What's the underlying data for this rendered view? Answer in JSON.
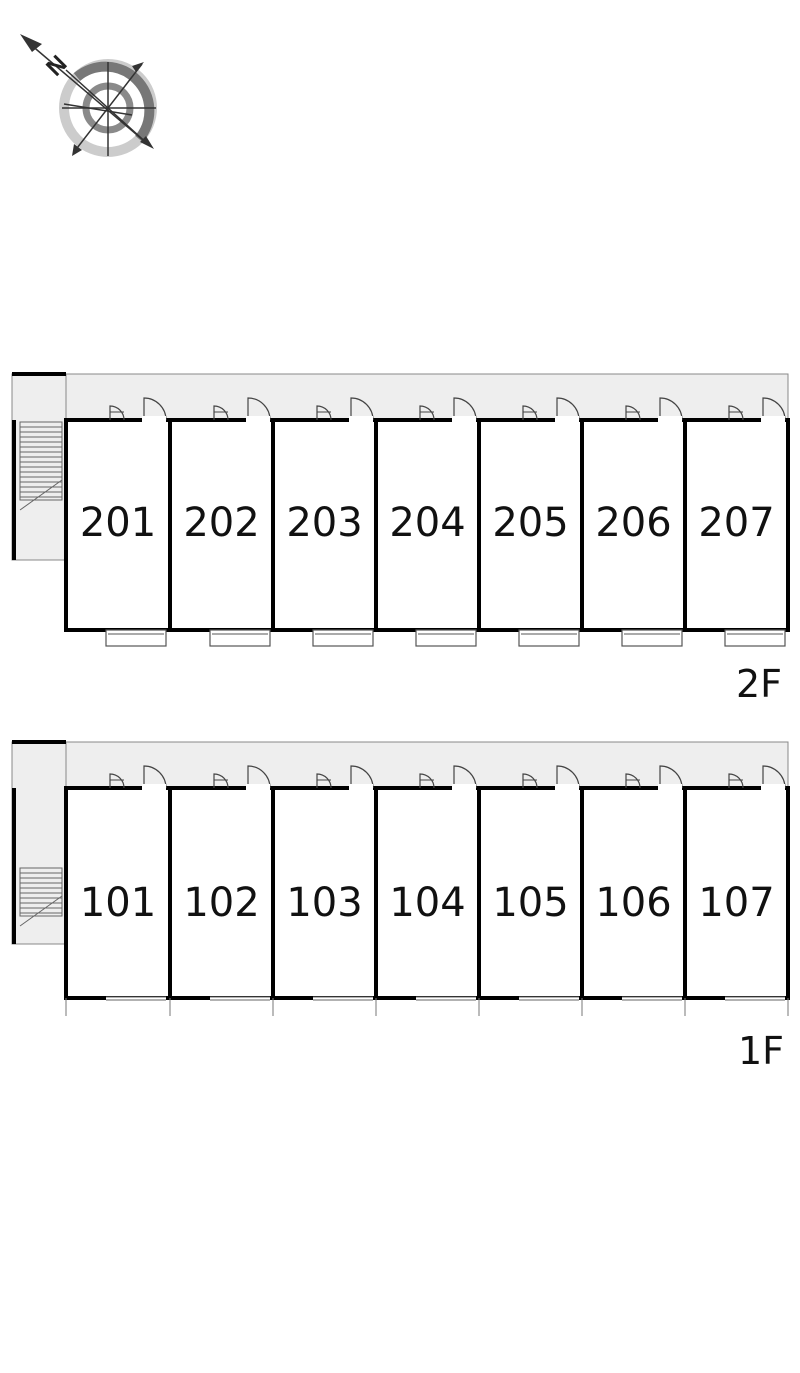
{
  "compass": {
    "north_label": "N"
  },
  "floors": [
    {
      "label": "2F",
      "units": [
        "201",
        "202",
        "203",
        "204",
        "205",
        "206",
        "207"
      ]
    },
    {
      "label": "1F",
      "units": [
        "101",
        "102",
        "103",
        "104",
        "105",
        "106",
        "107"
      ]
    }
  ],
  "colors": {
    "walkway": "#eeeeee",
    "wall": "#000000",
    "line": "#888888"
  }
}
